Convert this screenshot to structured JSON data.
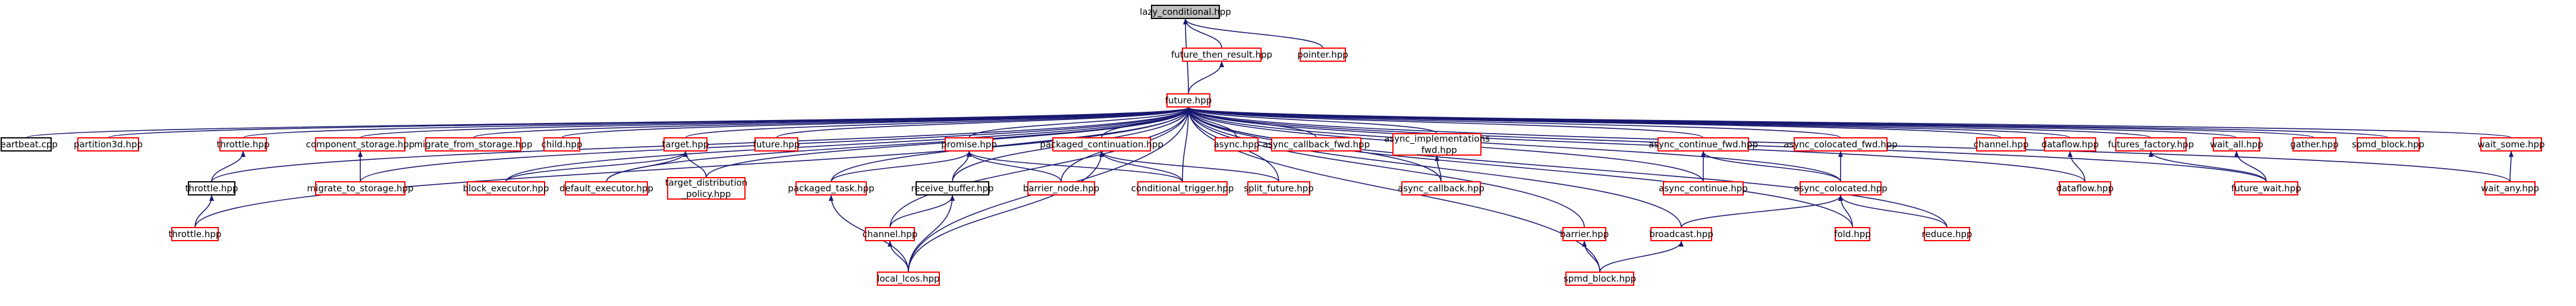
{
  "graph": {
    "nodes": [
      {
        "id": "lazy_conditional",
        "label": "lazy_conditional.hpp",
        "root": true
      },
      {
        "id": "future_then_result",
        "label": "future_then_result.hpp"
      },
      {
        "id": "pointer",
        "label": "pointer.hpp"
      },
      {
        "id": "future",
        "label": "future.hpp"
      },
      {
        "id": "heartbeat",
        "label": "heartbeat.cpp",
        "border": "black"
      },
      {
        "id": "partition3d",
        "label": "partition3d.hpp"
      },
      {
        "id": "throttle1",
        "label": "throttle.hpp"
      },
      {
        "id": "component_storage",
        "label": "component_storage.hpp"
      },
      {
        "id": "migrate_from_storage",
        "label": "migrate_from_storage.hpp"
      },
      {
        "id": "child",
        "label": "child.hpp"
      },
      {
        "id": "target",
        "label": "target.hpp"
      },
      {
        "id": "future_hpp2",
        "label": "future.hpp"
      },
      {
        "id": "promise",
        "label": "promise.hpp"
      },
      {
        "id": "packaged_continuation",
        "label": "packaged_continuation.hpp"
      },
      {
        "id": "async_hpp",
        "label": "async.hpp"
      },
      {
        "id": "async_callback_fwd",
        "label": "async_callback_fwd.hpp"
      },
      {
        "id": "async_implementations_fwd",
        "label": [
          "async_implementations",
          "_fwd.hpp"
        ]
      },
      {
        "id": "async_continue_fwd",
        "label": "async_continue_fwd.hpp"
      },
      {
        "id": "async_colocated_fwd",
        "label": "async_colocated_fwd.hpp"
      },
      {
        "id": "channel_top",
        "label": "channel.hpp"
      },
      {
        "id": "dataflow_top",
        "label": "dataflow.hpp"
      },
      {
        "id": "futures_factory",
        "label": "futures_factory.hpp"
      },
      {
        "id": "wait_all",
        "label": "wait_all.hpp"
      },
      {
        "id": "gather",
        "label": "gather.hpp"
      },
      {
        "id": "spmd_block_top",
        "label": "spmd_block.hpp"
      },
      {
        "id": "wait_some",
        "label": "wait_some.hpp"
      },
      {
        "id": "throttle_black",
        "label": "throttle.hpp",
        "border": "black"
      },
      {
        "id": "migrate_to_storage",
        "label": "migrate_to_storage.hpp"
      },
      {
        "id": "block_executor",
        "label": "block_executor.hpp"
      },
      {
        "id": "default_executor",
        "label": "default_executor.hpp"
      },
      {
        "id": "target_distribution_policy",
        "label": [
          "target_distribution",
          "_policy.hpp"
        ]
      },
      {
        "id": "packaged_task",
        "label": "packaged_task.hpp"
      },
      {
        "id": "receive_buffer",
        "label": "receive_buffer.hpp",
        "border": "black"
      },
      {
        "id": "barrier_node",
        "label": "barrier_node.hpp"
      },
      {
        "id": "conditional_trigger",
        "label": "conditional_trigger.hpp"
      },
      {
        "id": "split_future",
        "label": "split_future.hpp"
      },
      {
        "id": "async_callback",
        "label": "async_callback.hpp"
      },
      {
        "id": "async_continue",
        "label": "async_continue.hpp"
      },
      {
        "id": "async_colocated",
        "label": "async_colocated.hpp"
      },
      {
        "id": "dataflow_bottom",
        "label": "dataflow.hpp"
      },
      {
        "id": "future_wait",
        "label": "future_wait.hpp"
      },
      {
        "id": "wait_any",
        "label": "wait_any.hpp"
      },
      {
        "id": "throttle_bottom",
        "label": "throttle.hpp"
      },
      {
        "id": "channel_mid",
        "label": "channel.hpp"
      },
      {
        "id": "barrier",
        "label": "barrier.hpp"
      },
      {
        "id": "broadcast",
        "label": "broadcast.hpp"
      },
      {
        "id": "fold",
        "label": "fold.hpp"
      },
      {
        "id": "reduce",
        "label": "reduce.hpp"
      },
      {
        "id": "local_lcos",
        "label": "local_lcos.hpp"
      },
      {
        "id": "spmd_block_bottom",
        "label": "spmd_block.hpp"
      }
    ],
    "edges": [
      [
        "future_then_result",
        "lazy_conditional"
      ],
      [
        "pointer",
        "lazy_conditional"
      ],
      [
        "future",
        "lazy_conditional"
      ],
      [
        "future",
        "future_then_result"
      ],
      [
        "heartbeat",
        "future"
      ],
      [
        "partition3d",
        "future"
      ],
      [
        "throttle1",
        "future"
      ],
      [
        "component_storage",
        "future"
      ],
      [
        "migrate_from_storage",
        "future"
      ],
      [
        "child",
        "future"
      ],
      [
        "target",
        "future"
      ],
      [
        "future_hpp2",
        "future"
      ],
      [
        "promise",
        "future"
      ],
      [
        "packaged_continuation",
        "future"
      ],
      [
        "async_hpp",
        "future"
      ],
      [
        "async_callback_fwd",
        "future"
      ],
      [
        "async_implementations_fwd",
        "future"
      ],
      [
        "async_continue_fwd",
        "future"
      ],
      [
        "async_colocated_fwd",
        "future"
      ],
      [
        "channel_top",
        "future"
      ],
      [
        "dataflow_top",
        "future"
      ],
      [
        "futures_factory",
        "future"
      ],
      [
        "wait_all",
        "future"
      ],
      [
        "gather",
        "future"
      ],
      [
        "spmd_block_top",
        "future"
      ],
      [
        "wait_some",
        "future"
      ],
      [
        "throttle_black",
        "future"
      ],
      [
        "migrate_to_storage",
        "future"
      ],
      [
        "block_executor",
        "future"
      ],
      [
        "default_executor",
        "future"
      ],
      [
        "target_distribution_policy",
        "future"
      ],
      [
        "packaged_task",
        "future"
      ],
      [
        "receive_buffer",
        "future"
      ],
      [
        "barrier_node",
        "future"
      ],
      [
        "conditional_trigger",
        "future"
      ],
      [
        "split_future",
        "future"
      ],
      [
        "async_callback",
        "future"
      ],
      [
        "async_continue",
        "future"
      ],
      [
        "async_colocated",
        "future"
      ],
      [
        "dataflow_bottom",
        "future"
      ],
      [
        "future_wait",
        "future"
      ],
      [
        "wait_any",
        "future"
      ],
      [
        "channel_mid",
        "future"
      ],
      [
        "barrier",
        "future"
      ],
      [
        "broadcast",
        "future"
      ],
      [
        "fold",
        "future"
      ],
      [
        "reduce",
        "future"
      ],
      [
        "local_lcos",
        "future"
      ],
      [
        "spmd_block_bottom",
        "future"
      ],
      [
        "throttle_bottom",
        "future"
      ],
      [
        "throttle_black",
        "throttle1"
      ],
      [
        "throttle_bottom",
        "throttle_black"
      ],
      [
        "migrate_to_storage",
        "component_storage"
      ],
      [
        "block_executor",
        "target"
      ],
      [
        "default_executor",
        "target"
      ],
      [
        "target_distribution_policy",
        "target"
      ],
      [
        "packaged_task",
        "promise"
      ],
      [
        "receive_buffer",
        "promise"
      ],
      [
        "barrier_node",
        "promise"
      ],
      [
        "conditional_trigger",
        "promise"
      ],
      [
        "conditional_trigger",
        "packaged_continuation"
      ],
      [
        "split_future",
        "packaged_continuation"
      ],
      [
        "local_lcos",
        "packaged_continuation"
      ],
      [
        "async_callback",
        "async_implementations_fwd"
      ],
      [
        "async_continue",
        "async_continue_fwd"
      ],
      [
        "async_colocated",
        "async_continue_fwd"
      ],
      [
        "async_colocated",
        "async_colocated_fwd"
      ],
      [
        "dataflow_bottom",
        "dataflow_top"
      ],
      [
        "future_wait",
        "futures_factory"
      ],
      [
        "future_wait",
        "wait_all"
      ],
      [
        "wait_any",
        "wait_some"
      ],
      [
        "channel_mid",
        "receive_buffer"
      ],
      [
        "local_lcos",
        "channel_mid"
      ],
      [
        "local_lcos",
        "packaged_task"
      ],
      [
        "local_lcos",
        "receive_buffer"
      ],
      [
        "broadcast",
        "async_colocated"
      ],
      [
        "fold",
        "async_colocated"
      ],
      [
        "reduce",
        "async_colocated"
      ],
      [
        "spmd_block_bottom",
        "barrier"
      ],
      [
        "spmd_block_bottom",
        "broadcast"
      ]
    ]
  }
}
